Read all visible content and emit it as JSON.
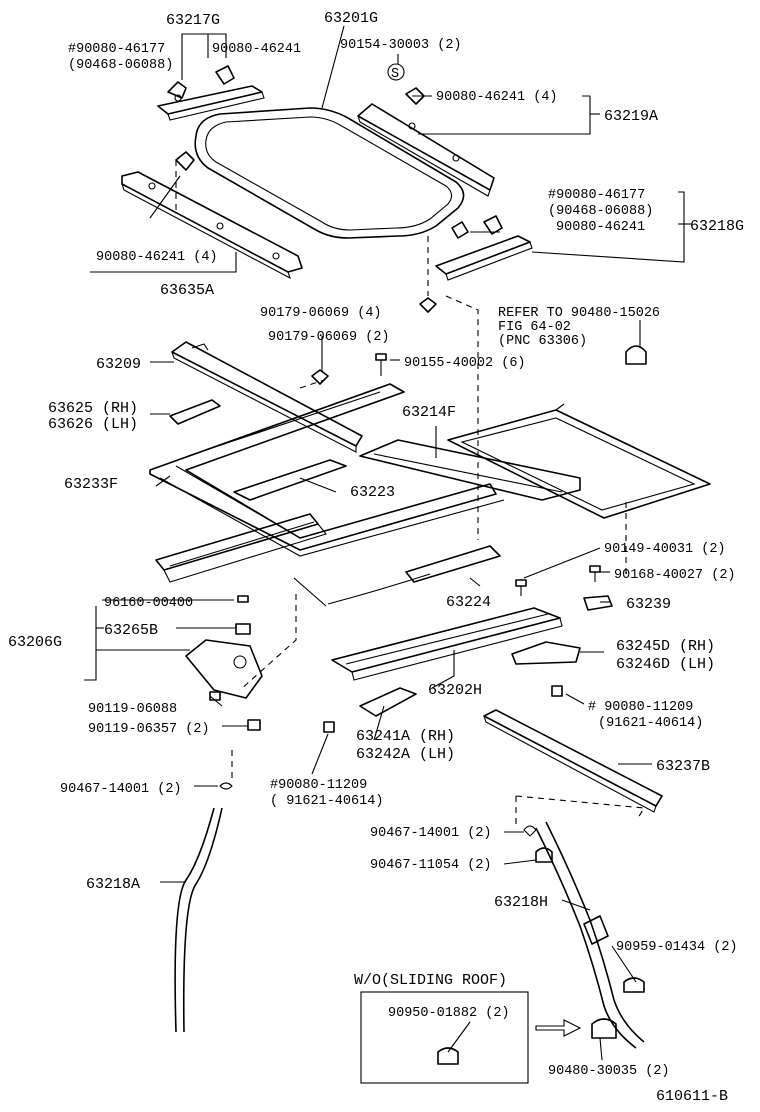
{
  "labels": {
    "p63217G": "63217G",
    "p90080_46177_a": "#90080-46177",
    "p90468_06088_a": "(90468-06088)",
    "p90080_46241_a": "90080-46241",
    "p63201G": "63201G",
    "p90154_30003": "90154-30003 (2)",
    "s_mark": "S",
    "p90080_46241_b": "90080-46241 (4)",
    "p63219A": "63219A",
    "p90080_46177_b": "#90080-46177",
    "p90468_06088_b": "(90468-06088)",
    "p90080_46241_c": "90080-46241",
    "p63218G": "63218G",
    "p90080_46241_d": "90080-46241 (4)",
    "p63635A": "63635A",
    "p90179_06069_a": "90179-06069 (4)",
    "refer1": "REFER TO  90480-15026",
    "refer2": "FIG 64-02",
    "refer3": "(PNC 63306)",
    "p90179_06069_b": "90179-06069 (2)",
    "p63209": "63209",
    "p90155_40002": "90155-40002 (6)",
    "p63625": "63625 (RH)",
    "p63626": "63626 (LH)",
    "p63214F": "63214F",
    "p63233F": "63233F",
    "p63223": "63223",
    "p90149_40031": "90149-40031 (2)",
    "p90168_40027": "90168-40027 (2)",
    "p63224": "63224",
    "p96160_00400": "96160-00400",
    "p63239": "63239",
    "p63206G": "63206G",
    "p63265B": "63265B",
    "p63245D": "63245D (RH)",
    "p63246D": "63246D (LH)",
    "p63202H": "63202H",
    "p90119_06088": "90119-06088",
    "p90080_11209_a": "# 90080-11209",
    "p91621_40614_a": "(91621-40614)",
    "p90119_06357": "90119-06357 (2)",
    "p63241A": "63241A (RH)",
    "p63242A": "63242A (LH)",
    "p63237B": "63237B",
    "p90467_14001_a": "90467-14001 (2)",
    "p90080_11209_b": "#90080-11209",
    "p91621_40614_b": "( 91621-40614)",
    "p90467_14001_b": "90467-14001 (2)",
    "p90467_11054": "90467-11054 (2)",
    "p63218A": "63218A",
    "p63218H": "63218H",
    "p90959_01434": "90959-01434 (2)",
    "wo_title": "W/O(SLIDING ROOF)",
    "p90950_01882": "90950-01882 (2)",
    "p90480_30035": "90480-30035 (2)",
    "fig_id": "610611-B"
  }
}
